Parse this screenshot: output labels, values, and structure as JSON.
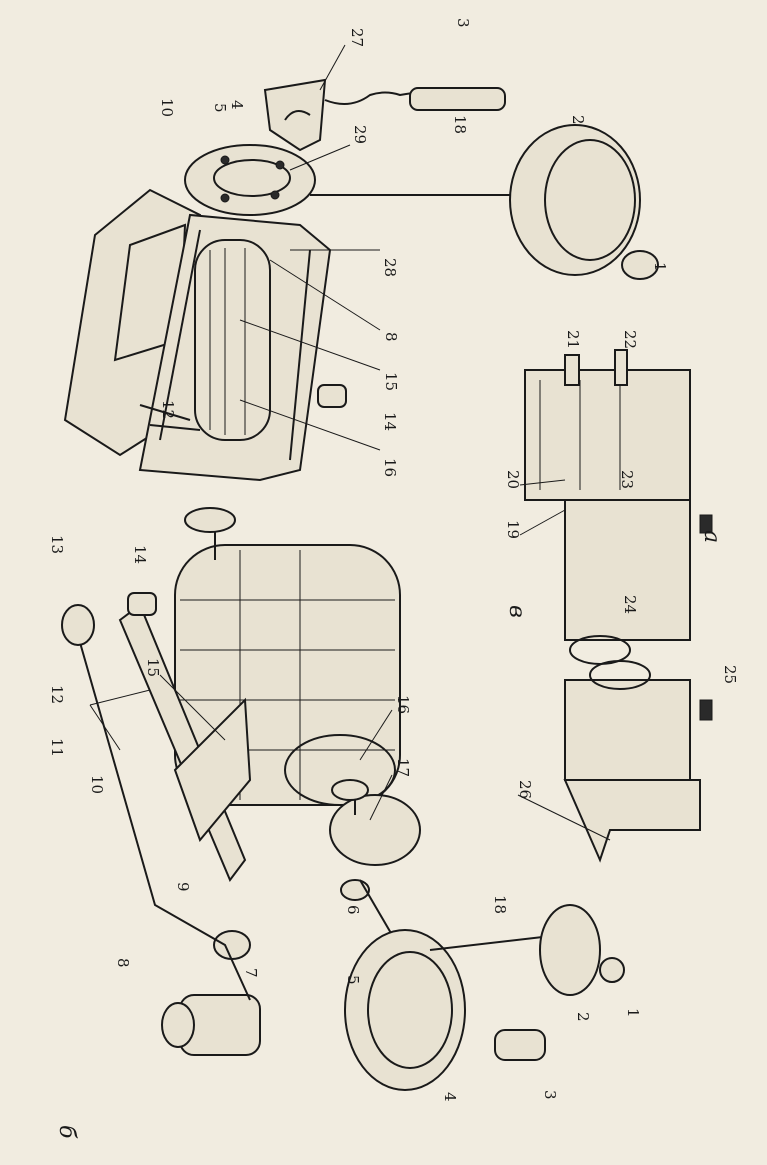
{
  "figure_letters": {
    "a": "а",
    "b": "б",
    "v": "в"
  },
  "part_numbers": {
    "n1": "1",
    "n2": "2",
    "n3": "3",
    "n4": "4",
    "n5": "5",
    "n6": "6",
    "n7": "7",
    "n8": "8",
    "n9": "9",
    "n10": "10",
    "n11": "11",
    "n12": "12",
    "n13": "13",
    "n14": "14",
    "n15": "15",
    "n16": "16",
    "n17": "17",
    "n18": "18",
    "n19": "19",
    "n20": "20",
    "n21": "21",
    "n22": "22",
    "n23": "23",
    "n24": "24",
    "n25": "25",
    "n26": "26",
    "n27": "27",
    "n28": "28",
    "n29": "29"
  },
  "colors": {
    "ink": "#1a1a1a",
    "paper": "#f1ece0",
    "fill": "#e8e2d2"
  }
}
